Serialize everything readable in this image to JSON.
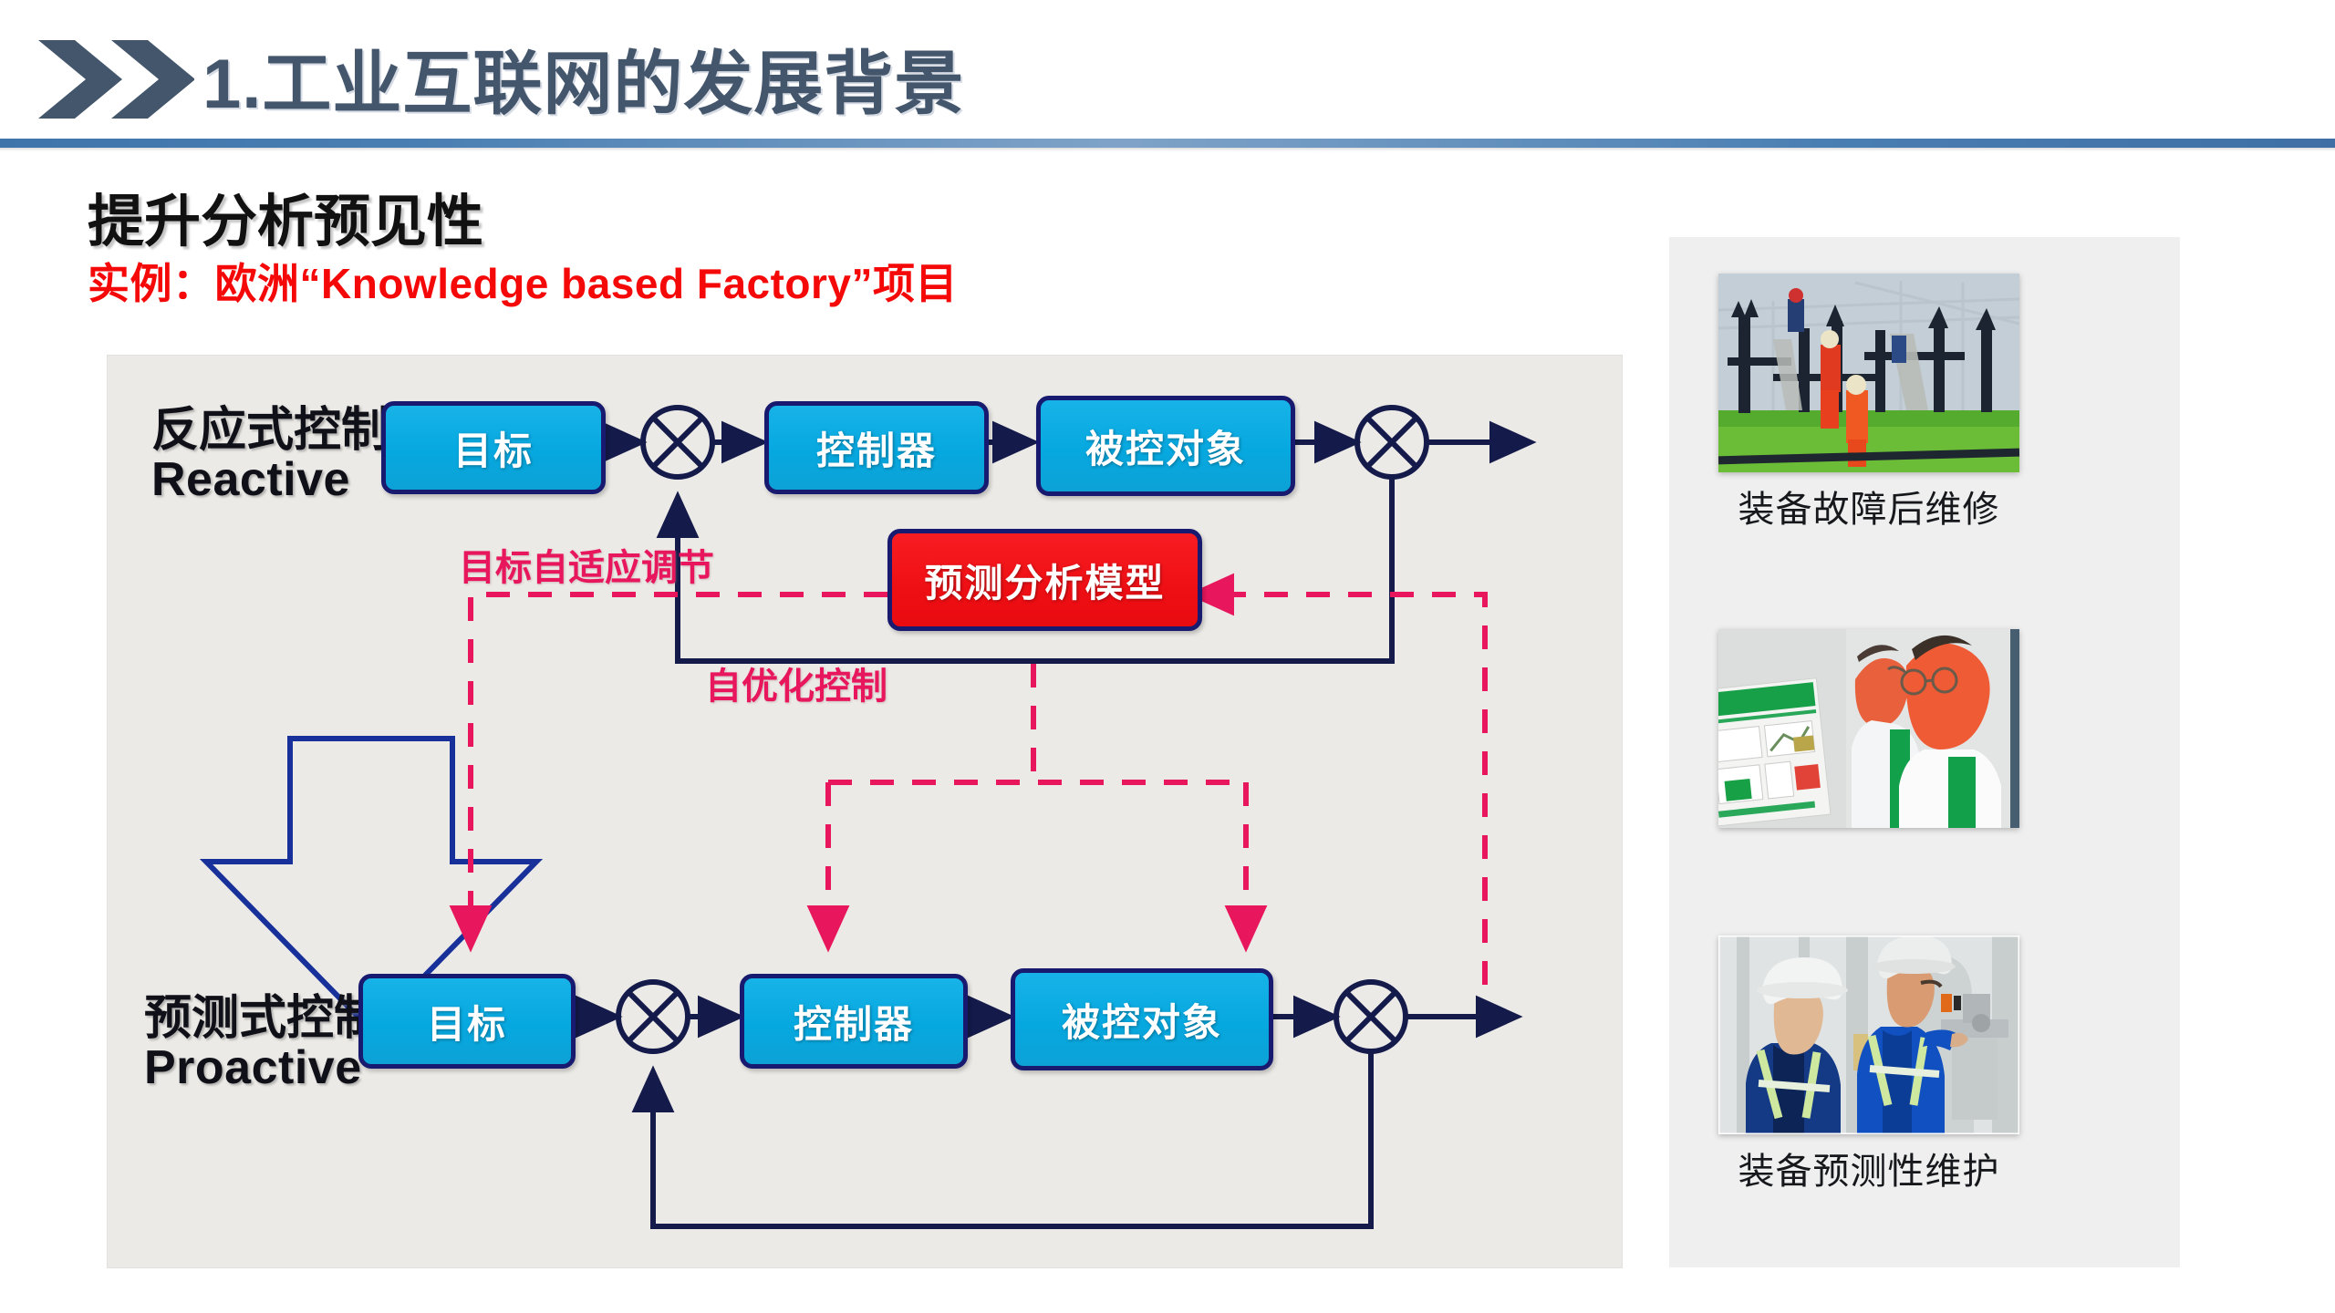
{
  "slide": {
    "logo_icon": "double-chevron-icon",
    "title": "1.工业互联网的发展背景",
    "title_color": "#44566c",
    "rule_color": "#4a7fb3"
  },
  "section": {
    "heading": "提升分析预见性",
    "subheading": "实例：欧洲“Knowledge  based Factory”项目",
    "subheading_color": "#f50808"
  },
  "diagram": {
    "background": "#eceae6",
    "reactive": {
      "label_cn": "反应式控制",
      "label_en": "Reactive",
      "blocks": [
        {
          "id": "goal",
          "label": "目标",
          "color": "#06a8e0"
        },
        {
          "id": "controller",
          "label": "控制器",
          "color": "#06a8e0"
        },
        {
          "id": "plant",
          "label": "被控对象",
          "color": "#06a8e0"
        }
      ]
    },
    "transition_icon": "down-arrow-icon",
    "proactive": {
      "label_cn": "预测式控制",
      "label_en": "Proactive",
      "blocks": [
        {
          "id": "goal",
          "label": "目标",
          "color": "#06a8e0"
        },
        {
          "id": "controller",
          "label": "控制器",
          "color": "#06a8e0"
        },
        {
          "id": "plant",
          "label": "被控对象",
          "color": "#06a8e0"
        }
      ],
      "model_block": {
        "id": "model",
        "label": "预测分析模型",
        "color": "#ee0f14"
      },
      "annotations": [
        {
          "id": "adaptive",
          "label": "目标自适应调节",
          "color": "#e8175d"
        },
        {
          "id": "selfopt",
          "label": "自优化控制",
          "color": "#e8175d"
        }
      ]
    }
  },
  "photos": [
    {
      "id": "substation-repair",
      "caption": "装备故障后维修",
      "alt": "workers in red overalls repairing an electrical substation"
    },
    {
      "id": "engineers-dashboard",
      "caption": "",
      "alt": "two engineers in lab coats reviewing an analytics board"
    },
    {
      "id": "predictive-maintenance",
      "caption": "装备预测性维护",
      "alt": "two workers in blue coveralls and hard hats inspecting a valve"
    }
  ]
}
